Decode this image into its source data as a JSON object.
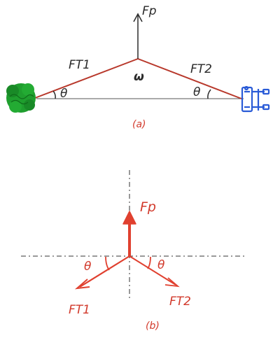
{
  "diagram_a": {
    "caption": "(a)",
    "force_up_label": "Fp",
    "tension_left_label": "FT1",
    "tension_right_label": "FT2",
    "angle_left_label": "θ",
    "angle_right_label": "θ",
    "apex_mark": "ω",
    "colors": {
      "rope": "#b8382b",
      "ground_line": "#555555",
      "bush": "#1f9e2e",
      "car": "#2a5bd7",
      "ink": "#2a2a2a"
    }
  },
  "diagram_b": {
    "caption": "(b)",
    "force_up_label": "Fp",
    "tension_left_label": "FT1",
    "tension_right_label": "FT2",
    "angle_left_label": "θ",
    "angle_right_label": "θ",
    "colors": {
      "vector": "#e0402f",
      "axes": "#333333"
    }
  }
}
